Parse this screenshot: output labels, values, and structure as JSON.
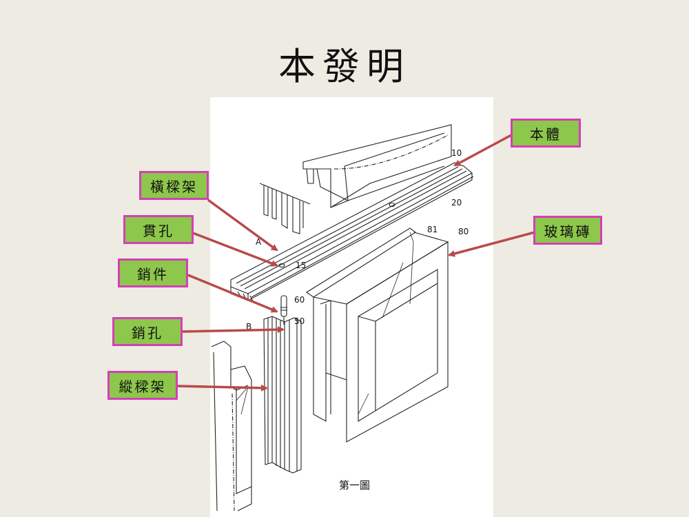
{
  "slide": {
    "title": "本發明",
    "background_color": "#eeebe2"
  },
  "figure": {
    "caption": "第一圖",
    "reference_numerals": {
      "body": "10",
      "cross_beam": "20",
      "through_hole": "15",
      "pin": "60",
      "pin_hole": "50",
      "glass_brick": "80",
      "glass_brick_inner": "81",
      "marker_a": "A",
      "marker_b": "B"
    }
  },
  "callouts": {
    "box_fill": "#8dc74b",
    "box_border": "#d43fb8",
    "arrow_color": "#b84a4a",
    "items": [
      {
        "label": "本體",
        "points_to": "10"
      },
      {
        "label": "橫樑架",
        "points_to": "A"
      },
      {
        "label": "貫孔",
        "points_to": "15"
      },
      {
        "label": "玻璃磚",
        "points_to": "80"
      },
      {
        "label": "銷件",
        "points_to": "60"
      },
      {
        "label": "銷孔",
        "points_to": "50"
      },
      {
        "label": "縱樑架",
        "points_to": "B"
      }
    ]
  }
}
